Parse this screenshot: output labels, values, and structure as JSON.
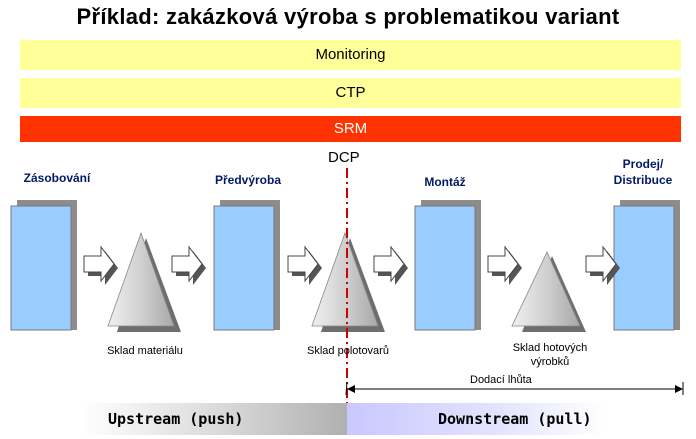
{
  "title": "Příklad: zakázková výroba s problematikou variant",
  "bands": {
    "monitoring": "Monitoring",
    "ctp": "CTP",
    "srm": "SRM"
  },
  "dcp_label": "DCP",
  "stages": {
    "zasobovani": "Zásobování",
    "predvyroba": "Předvýroba",
    "montaz": "Montáž",
    "prodej_1": "Prodej/",
    "prodej_2": "Distribuce"
  },
  "stores": {
    "material": "Sklad materiálu",
    "polotovary": "Sklad polotovarů",
    "hotove_1": "Sklad hotových",
    "hotove_2": "výrobků"
  },
  "dodaci_lhuta": "Dodací lhůta",
  "flows": {
    "upstream": "Upstream (push)",
    "downstream": "Downstream (pull)"
  },
  "colors": {
    "band_yellow": "#ffff99",
    "band_red": "#ff3300",
    "box_blue": "#99ccff",
    "dcp_line": "#cc0000",
    "stage_text": "#001a66"
  }
}
